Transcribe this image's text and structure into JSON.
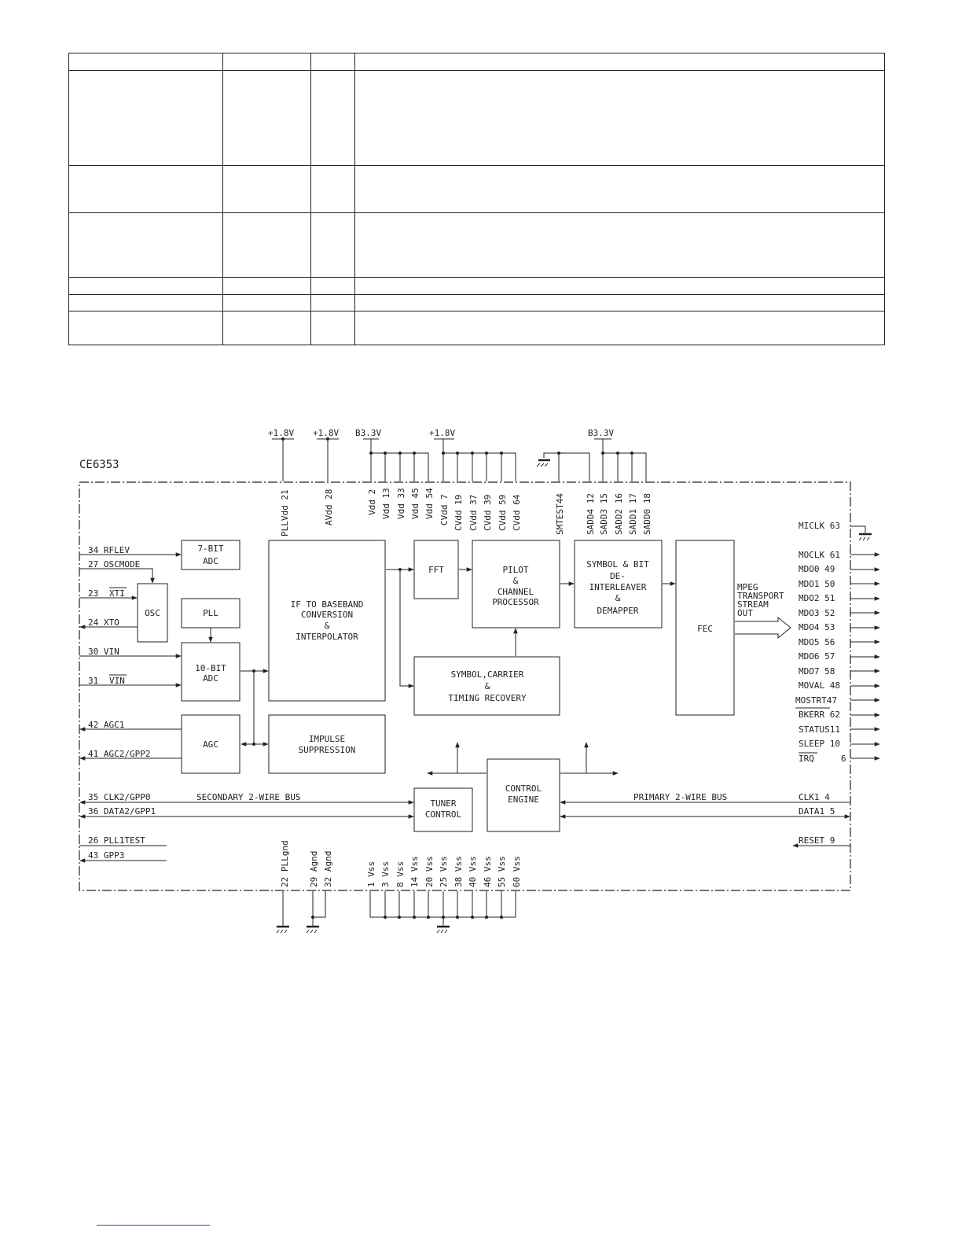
{
  "table": {
    "rows": 7
  },
  "diagram": {
    "chip_label": "CE6353",
    "rails": {
      "r1": "+1.8V",
      "r2": "+1.8V",
      "r3": "B3.3V",
      "r4": "+1.8V",
      "r5": "B3.3V"
    },
    "top_pins": [
      "PLLVdd 21",
      "AVdd 28",
      "Vdd 2",
      "Vdd 13",
      "Vdd 33",
      "Vdd 45",
      "Vdd 54",
      "CVdd 7",
      "CVdd 19",
      "CVdd 37",
      "CVdd 39",
      "CVdd 59",
      "CVdd 64",
      "SMTEST44",
      "SADD4 12",
      "SADD3 15",
      "SADD2 16",
      "SADD1 17",
      "SADD0 18"
    ],
    "bottom_pins": [
      "22 PLLgnd",
      "29 Agnd",
      "32 Agnd",
      "1 Vss",
      "3 Vss",
      "8 Vss",
      "14 Vss",
      "20 Vss",
      "25 Vss",
      "38 Vss",
      "40 Vss",
      "46 Vss",
      "55 Vss",
      "60 Vss"
    ],
    "left_pins": {
      "rflev": "34  RFLEV",
      "oscmode": "27  OSCMODE",
      "xti_num": "23",
      "xti": "XTI",
      "xto": "24  XTO",
      "vin": "30  VIN",
      "vin_bar_num": "31",
      "vin_bar": "VIN",
      "agc1": "42  AGC1",
      "agc2": "41  AGC2/GPP2",
      "clk2": "35  CLK2/GPP0",
      "data2": "36  DATA2/GPP1",
      "pll1test": "26  PLL1TEST",
      "gpp3": "43  GPP3"
    },
    "right_pins": {
      "miclk": "MICLK 63",
      "moclk": "MOCLK 61",
      "mdo0": "MDO0  49",
      "mdo1": "MDO1  50",
      "mdo2": "MDO2  51",
      "mdo3": "MDO3  52",
      "mdo4": "MDO4  53",
      "mdo5": "MDO5  56",
      "mdo6": "MDO6  57",
      "mdo7": "MDO7  58",
      "moval": "MOVAL 48",
      "mostrt": "MOSTRT47",
      "bkerr": "BKERR 62",
      "status": "STATUS11",
      "sleep": "SLEEP  10",
      "irq": "IRQ",
      "irq_num": "6",
      "clk1": "CLK1   4",
      "data1": "DATA1 5",
      "reset": "RESET  9"
    },
    "blocks": {
      "adc7": [
        "7-BIT",
        "ADC"
      ],
      "osc": "OSC",
      "pll": "PLL",
      "adc10": [
        "10-BIT",
        "ADC"
      ],
      "agc": "AGC",
      "if": [
        "IF TO BASEBAND",
        "CONVERSION",
        "&",
        "INTERPOLATOR"
      ],
      "impulse": [
        "IMPULSE",
        "SUPPRESSION"
      ],
      "fft": "FFT",
      "pilot": [
        "PILOT",
        "&",
        "CHANNEL",
        "PROCESSOR"
      ],
      "symcar": [
        "SYMBOL,CARRIER",
        "&",
        "TIMING RECOVERY"
      ],
      "symbit": [
        "SYMBOL & BIT",
        "DE-",
        "INTERLEAVER",
        "&",
        "DEMAPPER"
      ],
      "fec": "FEC",
      "mpeg": [
        "MPEG",
        "TRANSPORT",
        "STREAM",
        "OUT"
      ],
      "tuner": [
        "TUNER",
        "CONTROL"
      ],
      "control": [
        "CONTROL",
        "ENGINE"
      ]
    },
    "buses": {
      "secondary": "SECONDARY 2-WIRE BUS",
      "primary": "PRIMARY 2-WIRE BUS"
    }
  }
}
